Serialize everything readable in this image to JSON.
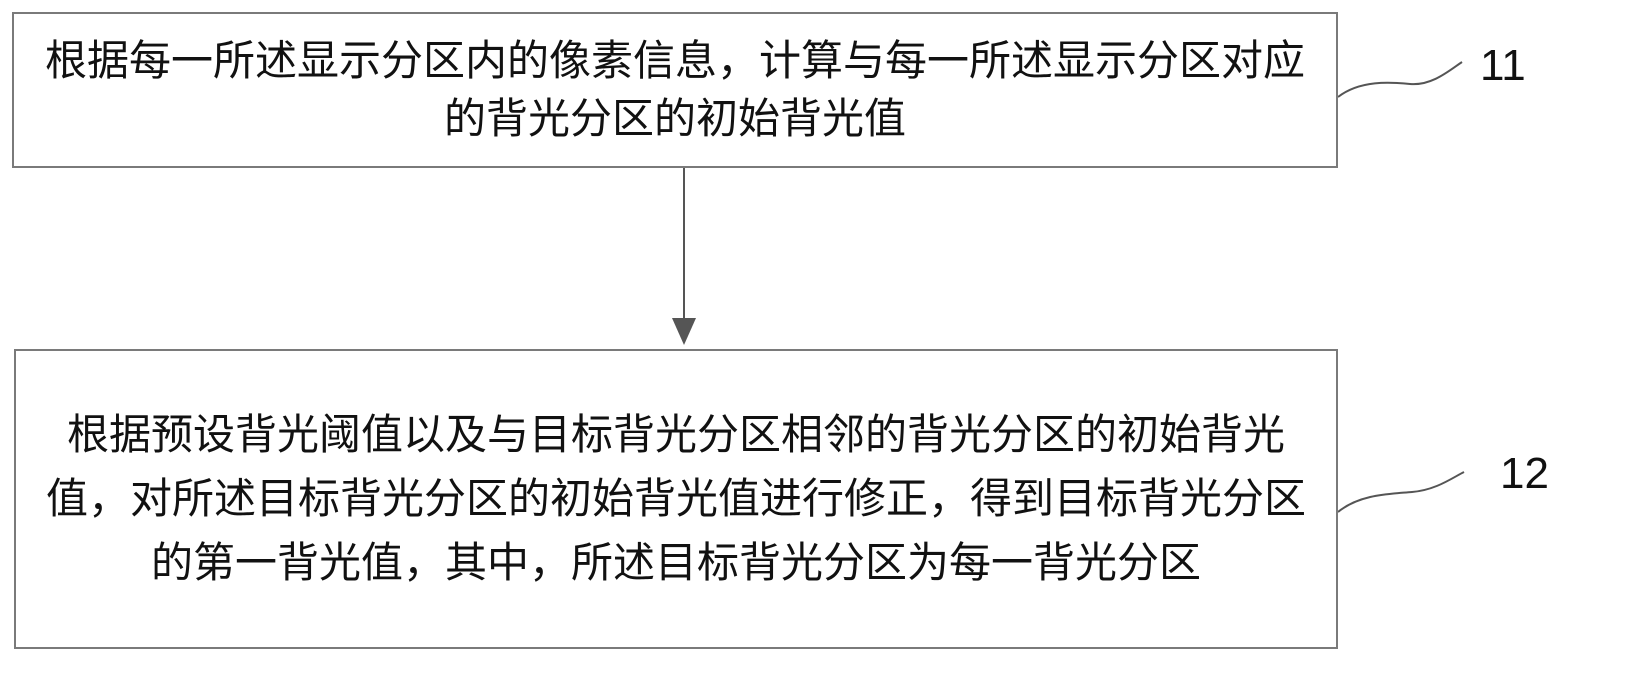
{
  "steps": [
    {
      "id": "11",
      "text": "根据每一所述显示分区内的像素信息，计算与每一所述显示分区对应的背光分区的初始背光值"
    },
    {
      "id": "12",
      "text": "根据预设背光阈值以及与目标背光分区相邻的背光分区的初始背光值，对所述目标背光分区的初始背光值进行修正，得到目标背光分区的第一背光值，其中，所述目标背光分区为每一背光分区"
    }
  ],
  "colors": {
    "border": "#7a7a7a",
    "text": "#111111",
    "arrow": "#555555"
  }
}
